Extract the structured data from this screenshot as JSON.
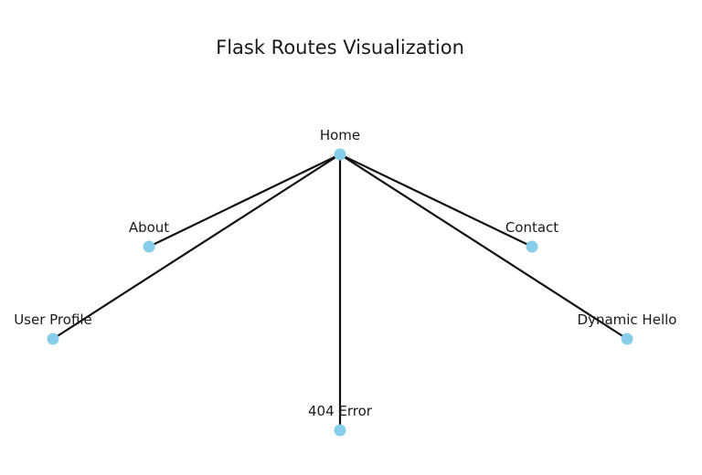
{
  "title": "Flask Routes Visualization",
  "colors": {
    "node": "#87ceeb",
    "edge": "#111111",
    "text": "#1a1a1a"
  },
  "nodes": [
    {
      "id": "home",
      "label": "Home"
    },
    {
      "id": "about",
      "label": "About"
    },
    {
      "id": "contact",
      "label": "Contact"
    },
    {
      "id": "user_profile",
      "label": "User Profile"
    },
    {
      "id": "dynamic_hello",
      "label": "Dynamic Hello"
    },
    {
      "id": "error_404",
      "label": "404 Error"
    }
  ],
  "edges": [
    {
      "from": "home",
      "to": "about"
    },
    {
      "from": "home",
      "to": "user_profile"
    },
    {
      "from": "home",
      "to": "error_404"
    },
    {
      "from": "home",
      "to": "contact"
    },
    {
      "from": "home",
      "to": "dynamic_hello"
    }
  ]
}
